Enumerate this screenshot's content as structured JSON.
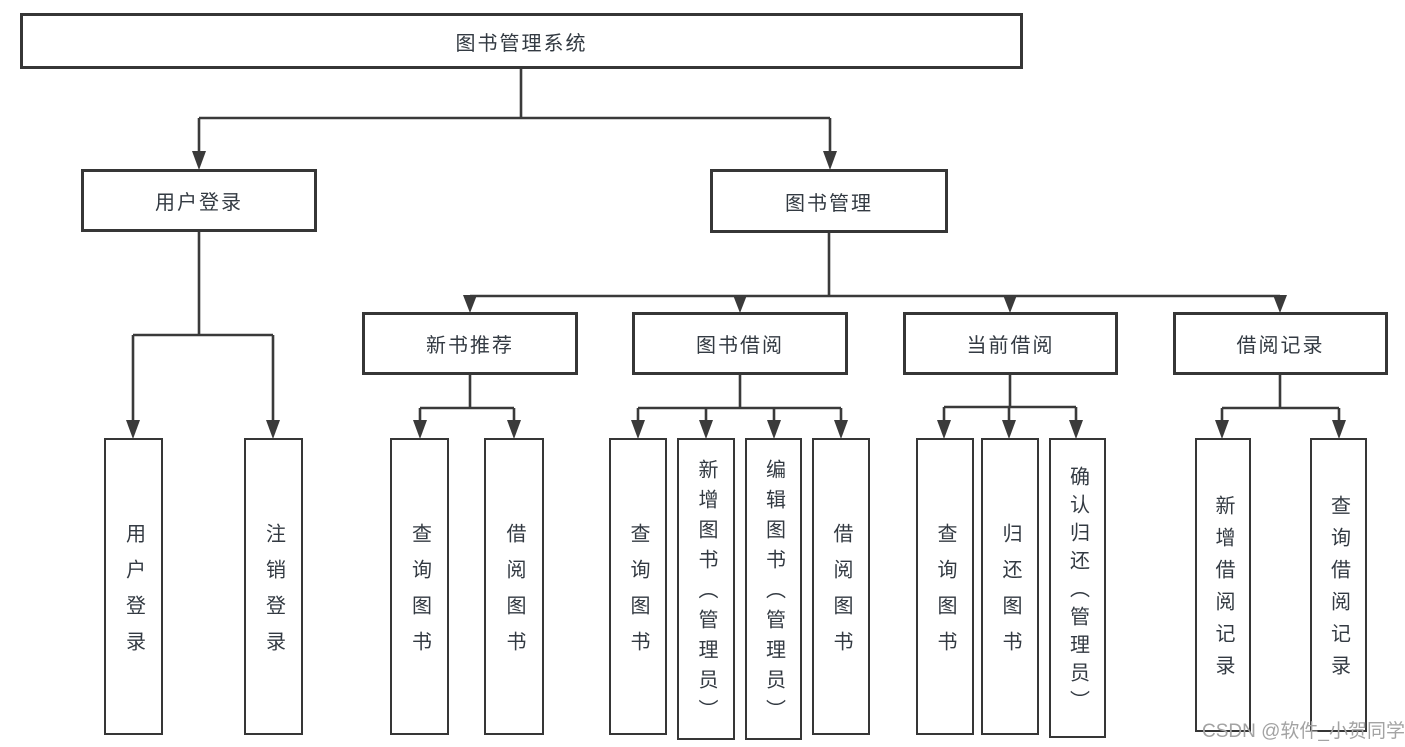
{
  "diagram": {
    "root": {
      "label": "图书管理系统"
    },
    "level2": {
      "user_login": {
        "label": "用户登录"
      },
      "book_mgmt": {
        "label": "图书管理"
      }
    },
    "level3": {
      "new_book_rec": {
        "label": "新书推荐"
      },
      "book_borrow": {
        "label": "图书借阅"
      },
      "current_borrow": {
        "label": "当前借阅"
      },
      "borrow_record": {
        "label": "借阅记录"
      }
    },
    "leaves": {
      "user_login": {
        "label": "用户登录"
      },
      "logout": {
        "label": "注销登录"
      },
      "rec_query_book": {
        "label": "查询图书"
      },
      "rec_borrow_book": {
        "label": "借阅图书"
      },
      "bor_query_book": {
        "label": "查询图书"
      },
      "bor_add_book": {
        "label": "新增图书（管理员）"
      },
      "bor_edit_book": {
        "label": "编辑图书（管理员）"
      },
      "bor_borrow_book": {
        "label": "借阅图书"
      },
      "cur_query_book": {
        "label": "查询图书"
      },
      "cur_return_book": {
        "label": "归还图书"
      },
      "cur_confirm_return": {
        "label": "确认归还（管理员）"
      },
      "log_add_record": {
        "label": "新增借阅记录"
      },
      "log_query_record": {
        "label": "查询借阅记录"
      }
    }
  },
  "watermark": {
    "text": "CSDN @软件_小贺同学"
  },
  "colors": {
    "line": "#3a3a3a",
    "box_border": "#363636",
    "text": "#333a42",
    "watermark": "#a3a3a3",
    "background": "#ffffff"
  }
}
